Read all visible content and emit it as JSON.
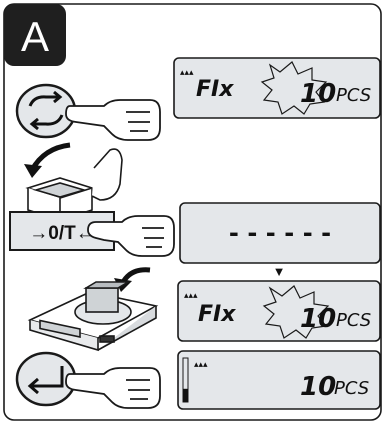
{
  "panel": {
    "letter": "A",
    "colors": {
      "badge": "#1f1f1f",
      "display": "#e4e7ea",
      "key": "#e4e7ea",
      "outline": "#1a1a1a"
    }
  },
  "steps": [
    {
      "key": {
        "icon": "cycle-arrows-icon"
      },
      "display": {
        "indicator": "▴▴▴",
        "mode": "FIx",
        "value": "10",
        "unit": "PCS",
        "value_flashing": true
      }
    },
    {
      "action": {
        "icon": "place-container-icon"
      }
    },
    {
      "key": {
        "label": "→0/T←"
      },
      "display": {
        "text": "------"
      }
    },
    {
      "arrow": "▼",
      "action": {
        "icon": "balance-icon"
      },
      "display": {
        "indicator": "▴▴▴",
        "mode": "FIx",
        "value": "10",
        "unit": "PCS",
        "value_flashing": true
      }
    },
    {
      "key": {
        "icon": "enter-arrow-icon"
      },
      "display": {
        "indicator": "▴▴▴",
        "value": "10",
        "unit": "PCS",
        "level_bar": 0.3
      }
    }
  ]
}
